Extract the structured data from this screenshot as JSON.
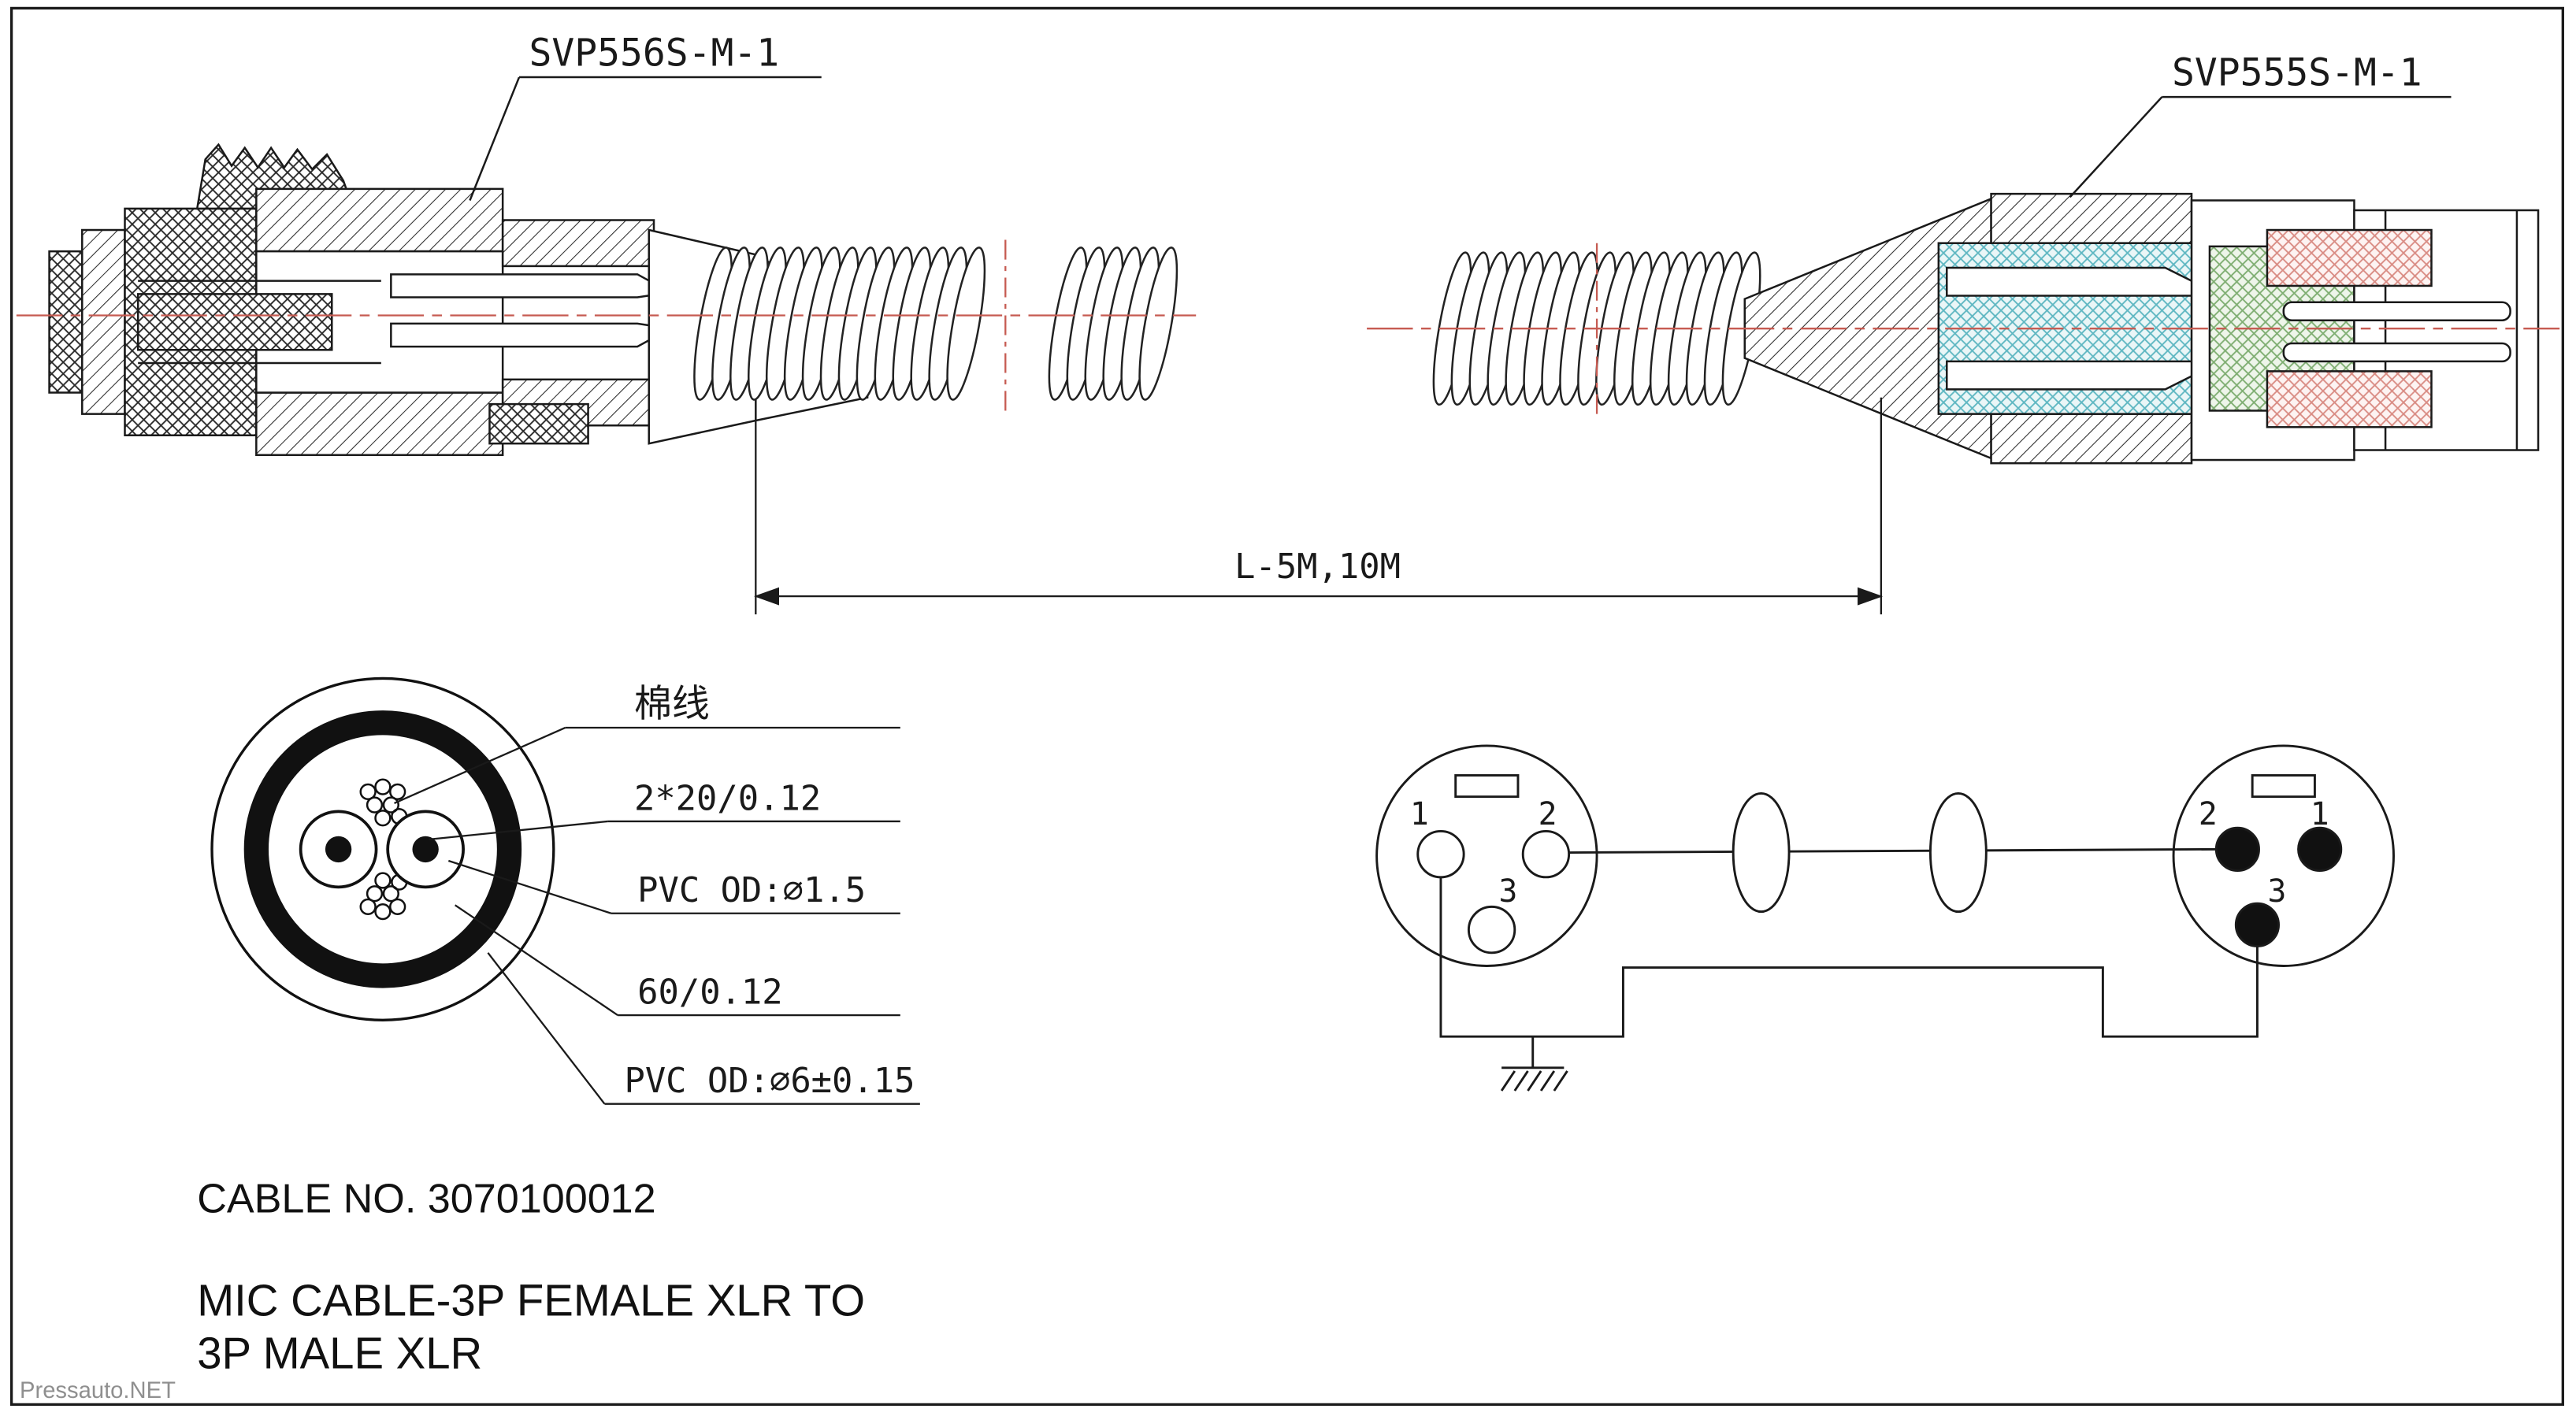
{
  "sheet": {
    "background": "#ffffff",
    "border_color": "#1a1a1a",
    "watermark": "Pressauto.NET"
  },
  "colors": {
    "line": "#1a1a1a",
    "centerline_red": "#c65b52",
    "hatch_cyan": "#5fb7c2",
    "hatch_green": "#7fae72",
    "hatch_pink": "#d98c84"
  },
  "connector_labels": {
    "left": "SVP556S-M-1",
    "right": "SVP555S-M-1"
  },
  "dimension": {
    "length_label": "L-5M,10M"
  },
  "cross_section_callouts": {
    "cotton_thread": "棉线",
    "conductor_spec": "2*20/0.12",
    "conductor_od": "PVC OD:∅1.5",
    "shield_spec": "60/0.12",
    "jacket_od": "PVC OD:∅6±0.15"
  },
  "notes": {
    "cable_no": "CABLE NO. 3070100012",
    "description_line1": "MIC CABLE-3P FEMALE XLR TO",
    "description_line2": "3P MALE XLR"
  },
  "schematic": {
    "left_pins": [
      "1",
      "2",
      "3"
    ],
    "right_pins": [
      "2",
      "1",
      "3"
    ]
  }
}
